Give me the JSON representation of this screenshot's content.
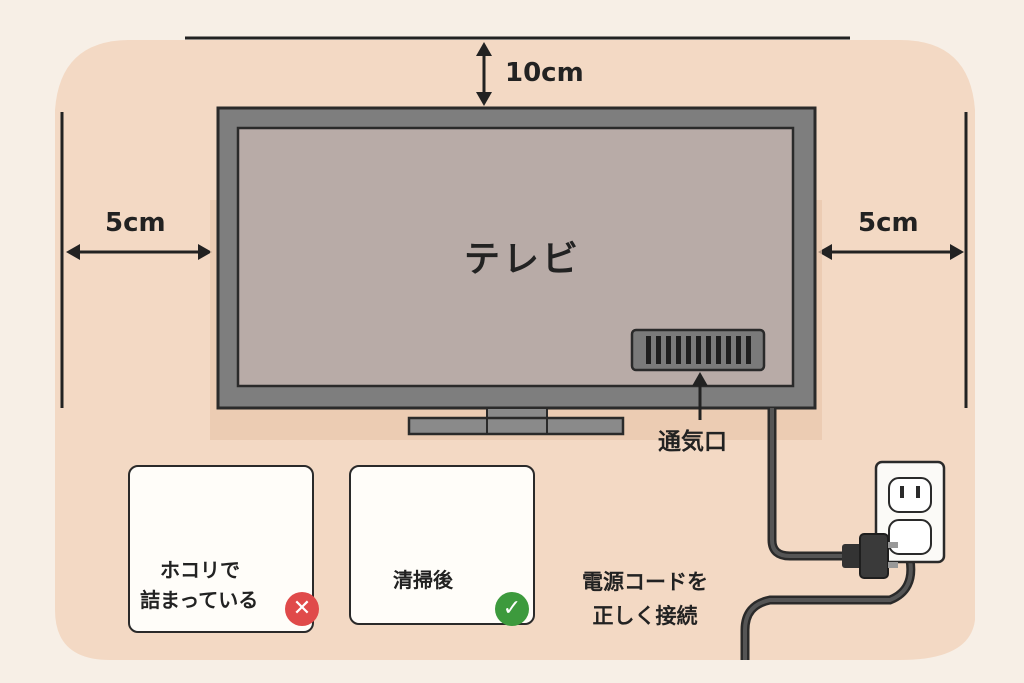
{
  "dimensions": {
    "top": "10cm",
    "left": "5cm",
    "right": "5cm"
  },
  "tv": {
    "label": "テレビ"
  },
  "vent": {
    "label": "通気口"
  },
  "cards": {
    "dirty": {
      "line1": "ホコリで",
      "line2": "詰まっている",
      "status": "ng"
    },
    "clean": {
      "label": "清掃後",
      "status": "ok"
    }
  },
  "power": {
    "line1": "電源コードを",
    "line2": "正しく接続"
  },
  "colors": {
    "background": "#f7efe6",
    "area": "#f3d9c4",
    "tv_frame": "#7a7a7a",
    "tv_screen": "#b8aba7",
    "ng": "#e04a4a",
    "ok": "#3d9a3d"
  }
}
